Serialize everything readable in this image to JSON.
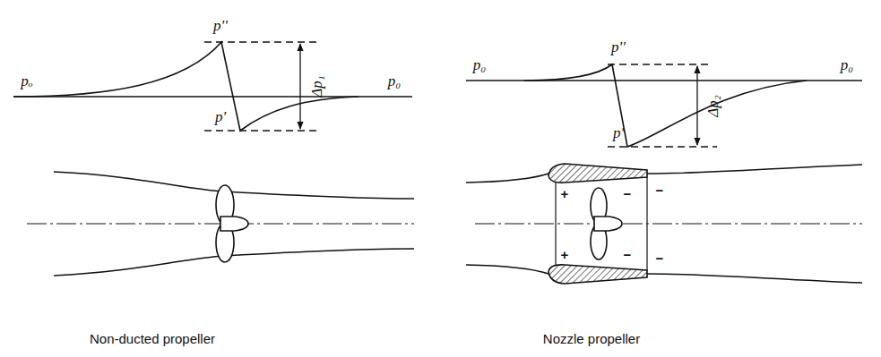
{
  "diagram": {
    "labels": [
      "pₒ",
      "p''",
      "p₀",
      "p'",
      "Δp₁",
      "Non-ducted propeller",
      "p₀",
      "p''",
      "p₀",
      "p'",
      "Δp₂",
      "+",
      "+",
      "−",
      "−",
      "−",
      "−",
      "Nozzle propeller"
    ]
  }
}
